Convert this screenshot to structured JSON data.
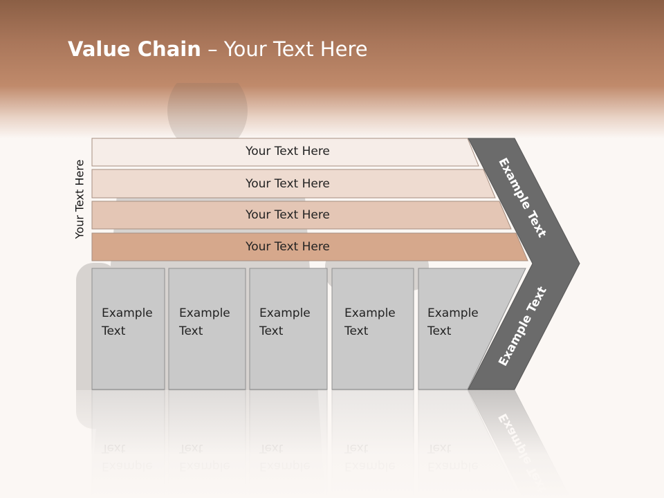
{
  "slide": {
    "title_bold": "Value Chain",
    "title_rest": " – Your Text Here",
    "vertical_label": "Your Text Here"
  },
  "bars": [
    {
      "label": "Your Text Here",
      "fill": "#f6ede8"
    },
    {
      "label": "Your Text Here",
      "fill": "#eedbd0"
    },
    {
      "label": "Your Text Here",
      "fill": "#e4c6b5"
    },
    {
      "label": "Your Text Here",
      "fill": "#d6a88c"
    }
  ],
  "boxes": [
    {
      "line1": "Example",
      "line2": "Text"
    },
    {
      "line1": "Example",
      "line2": "Text"
    },
    {
      "line1": "Example",
      "line2": "Text"
    },
    {
      "line1": "Example",
      "line2": "Text"
    },
    {
      "line1": "Example",
      "line2": "Text"
    }
  ],
  "chevron": {
    "upper_label": "Example Text",
    "lower_label": "Example Text",
    "fill": "#6b6b6b"
  },
  "colors": {
    "box_fill": "#c9c9c9",
    "box_stroke": "#8f8f8f"
  }
}
